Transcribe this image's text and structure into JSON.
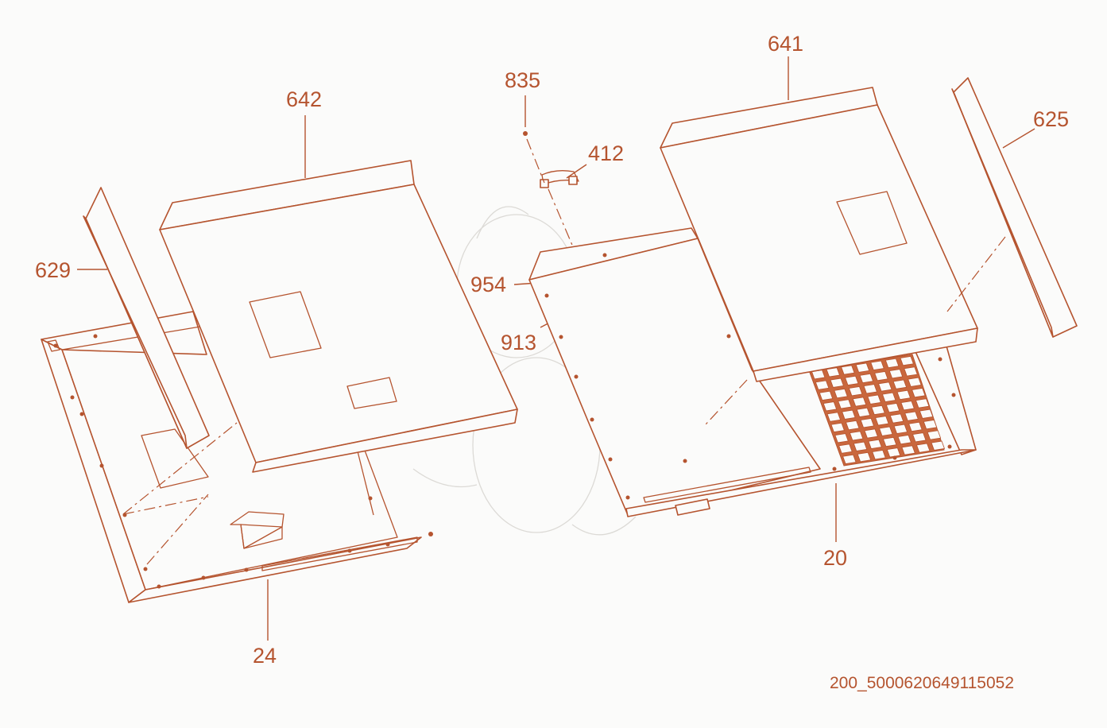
{
  "diagram": {
    "colors": {
      "line": "#b5542f",
      "background": "#fbfbfa",
      "watermark": "#dcdad6"
    },
    "callouts": [
      "642",
      "629",
      "24",
      "835",
      "412",
      "954",
      "913",
      "641",
      "625",
      "20"
    ],
    "document_id": "200_5000620649115052"
  }
}
